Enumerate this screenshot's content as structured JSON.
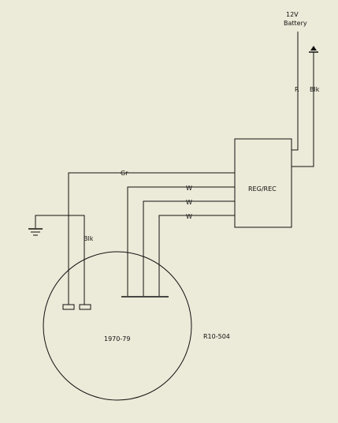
{
  "battery": {
    "line1": "12V",
    "line2": "Battery"
  },
  "wire_labels": {
    "red": "R",
    "black_top": "Blk",
    "green": "Gr",
    "white1": "W",
    "white2": "W",
    "white3": "W",
    "black_stator": "Blk"
  },
  "regulator": {
    "label": "REG/REC"
  },
  "stator": {
    "years": "1970-79",
    "part_number": "R10-504"
  },
  "colors": {
    "background": "#ecead8",
    "line": "#111111"
  }
}
